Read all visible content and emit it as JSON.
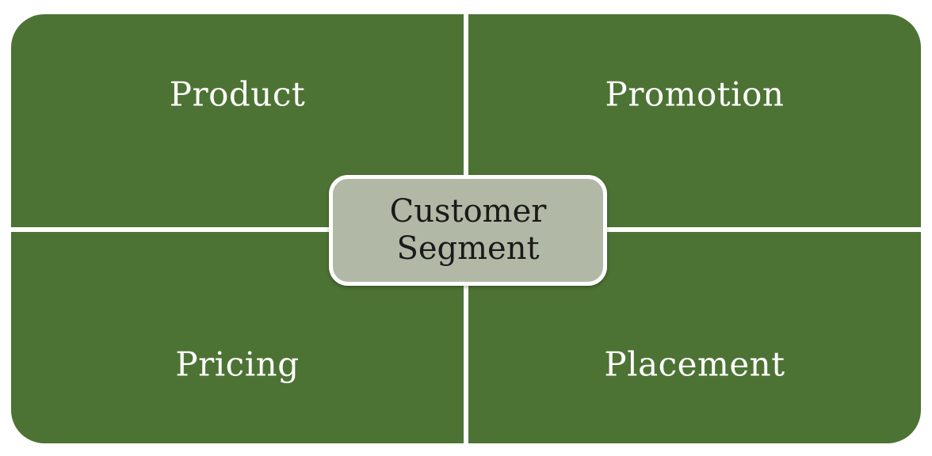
{
  "diagram": {
    "type": "matrix-2x2",
    "quadrants": [
      {
        "position": "top-left",
        "label": "Product"
      },
      {
        "position": "top-right",
        "label": "Promotion"
      },
      {
        "position": "bottom-left",
        "label": "Pricing"
      },
      {
        "position": "bottom-right",
        "label": "Placement"
      }
    ],
    "center": {
      "label": "Customer Segment"
    }
  },
  "theme": {
    "quadrant-fill": "#4D7334",
    "quadrant-text": "#FFFFFF",
    "center-fill": "#B1B9A6",
    "center-border": "#FFFFFF",
    "center-text": "#1A1A1A",
    "background": "#FFFFFF"
  }
}
